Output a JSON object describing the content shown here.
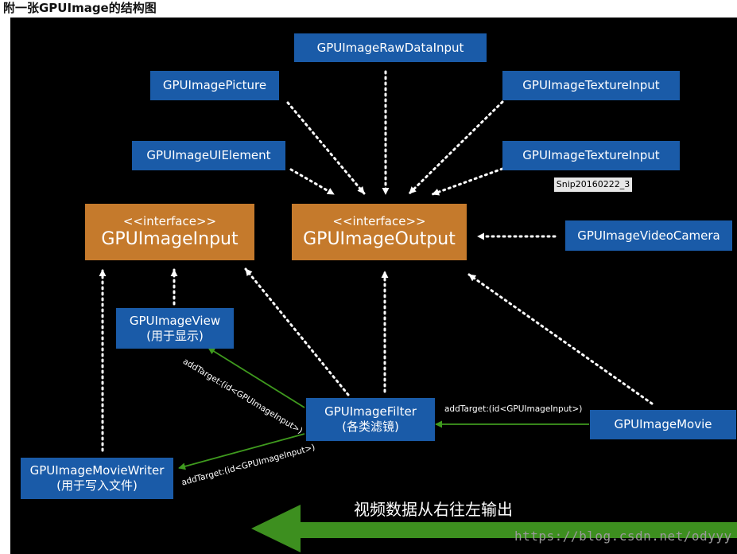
{
  "caption": "附一张GPUImage的结构图",
  "nodes": {
    "raw_data_input": "GPUImageRawDataInput",
    "picture": "GPUImagePicture",
    "texture_input_1": "GPUImageTextureInput",
    "ui_element": "GPUImageUIElement",
    "texture_input_2": "GPUImageTextureInput",
    "video_camera": "GPUImageVideoCamera",
    "view": {
      "name": "GPUImageView",
      "note": "(用于显示)"
    },
    "filter": {
      "name": "GPUImageFilter",
      "note": "(各类滤镜)"
    },
    "movie": "GPUImageMovie",
    "movie_writer": {
      "name": "GPUImageMovieWriter",
      "note": "(用于写入文件)"
    }
  },
  "interfaces": {
    "input": {
      "kind": "<<interface>>",
      "name": "GPUImageInput"
    },
    "output": {
      "kind": "<<interface>>",
      "name": "GPUImageOutput"
    }
  },
  "edge_labels": {
    "filter_to_view": "addTarget:(id<GPUImageInput>)",
    "movie_to_filter": "addTarget:(id<GPUImageInput>)",
    "filter_to_writer": "addTarget:(id<GPUImageInput>)"
  },
  "snip_tag": "Snip20160222_3",
  "flow_text": "视频数据从右往左输出",
  "watermark": "https://blog.csdn.net/odyyy",
  "colors": {
    "background": "#000000",
    "node_fill": "#1a5ba8",
    "interface_fill": "#c57a2c",
    "arrow_green": "#3f9a1e",
    "dotted_arrow": "#ffffff"
  }
}
